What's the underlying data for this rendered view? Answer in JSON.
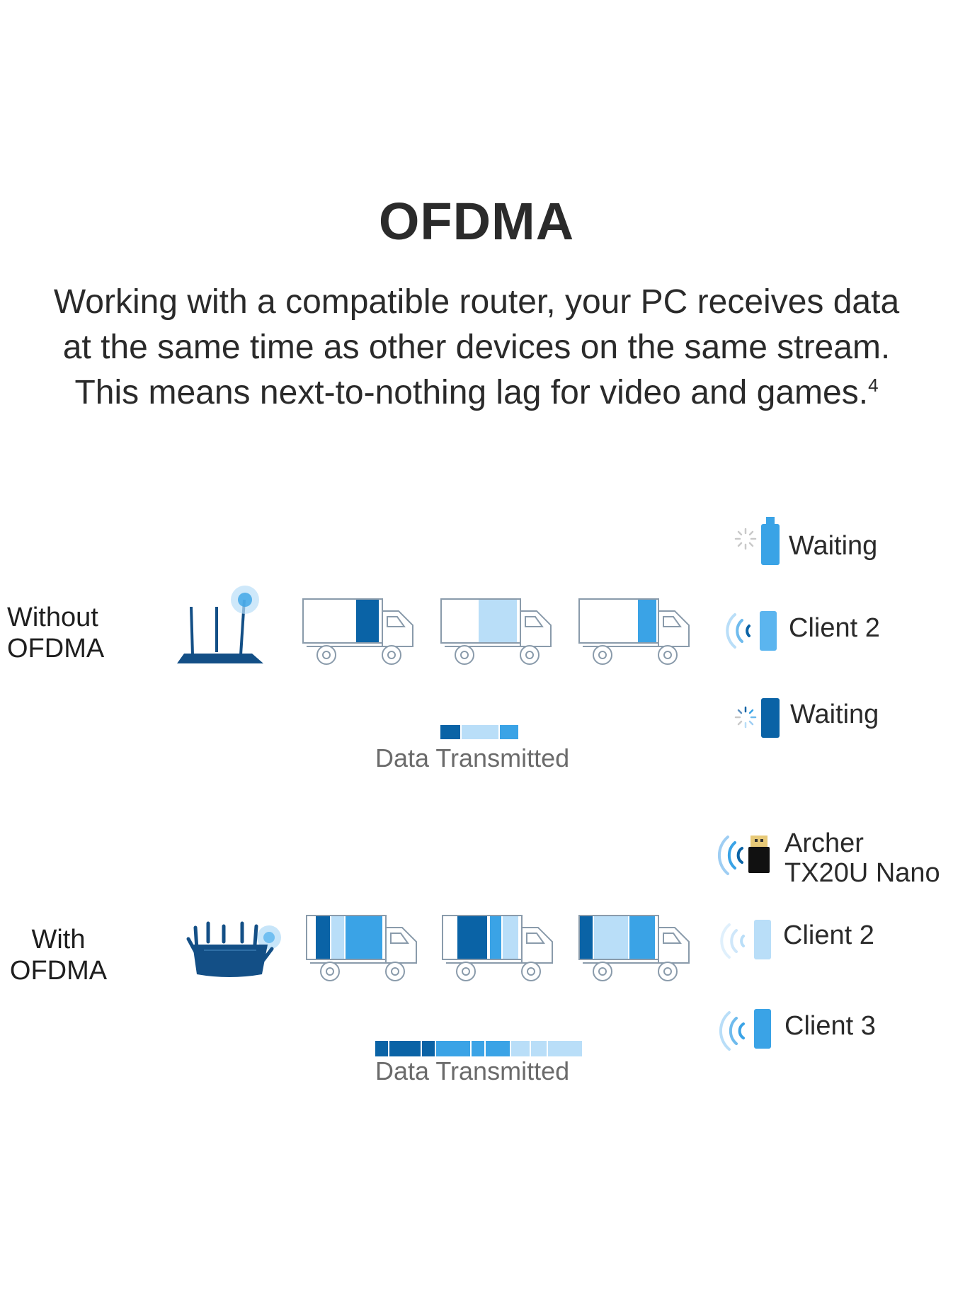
{
  "title": "OFDMA",
  "description": {
    "line1": "Working with a compatible router, your PC receives data",
    "line2": "at the same time as other devices on the same stream.",
    "line3": "This means next-to-nothing lag for video and games.",
    "footnote": "4"
  },
  "colors": {
    "dark_blue": "#0a63a6",
    "mid_blue": "#3aa3e6",
    "light_blue": "#b9def8",
    "truck_outline": "#8a9bab",
    "router_blue": "#134f86",
    "text": "#2a2a2a",
    "caption": "#6b6b6b"
  },
  "without": {
    "label_line1": "Without",
    "label_line2": "OFDMA",
    "devices": [
      {
        "icon": "loading-spinner-icon",
        "label": "Waiting"
      },
      {
        "icon": "wifi-signal-icon",
        "label": "Client 2"
      },
      {
        "icon": "loading-spinner-icon",
        "label": "Waiting"
      }
    ],
    "caption": "Data Transmitted"
  },
  "with": {
    "label_line1": "With",
    "label_line2": "OFDMA",
    "devices": [
      {
        "icon": "wifi-signal-icon",
        "label_line1": "Archer",
        "label_line2": "TX20U Nano"
      },
      {
        "icon": "wifi-signal-icon",
        "label": "Client 2"
      },
      {
        "icon": "wifi-signal-icon",
        "label": "Client 3"
      }
    ],
    "caption": "Data Transmitted"
  }
}
